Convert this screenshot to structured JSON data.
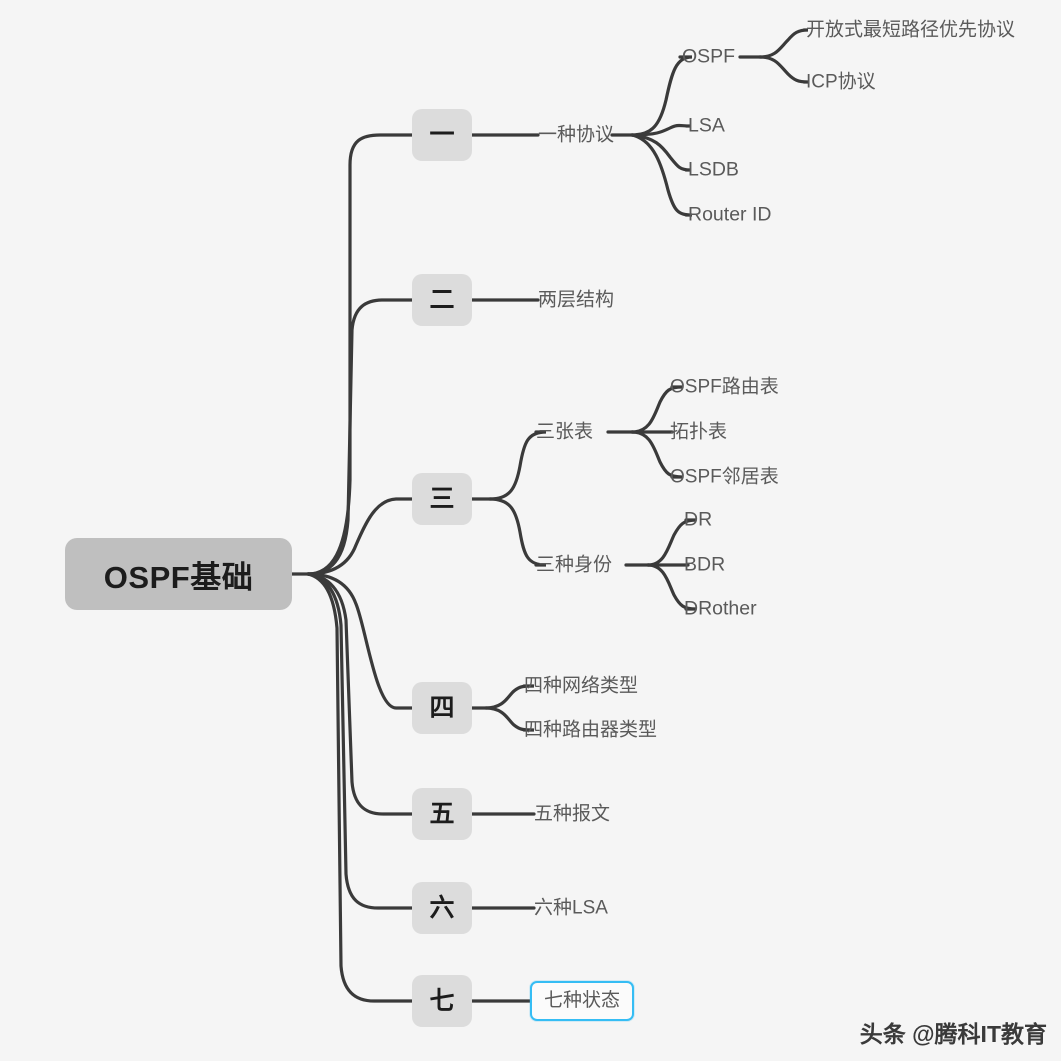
{
  "canvas": {
    "background_color": "#f5f5f5",
    "edge_color": "#3a3a3a"
  },
  "root": {
    "label": "OSPF基础",
    "fill_color": "#bfbfbf",
    "text_color": "#1c1c1c"
  },
  "branches": [
    {
      "numeral": "一",
      "children": [
        {
          "label": "一种协议",
          "children": [
            {
              "label": "OSPF",
              "children": [
                {
                  "label": "开放式最短路径优先协议"
                },
                {
                  "label": "ICP协议"
                }
              ]
            },
            {
              "label": "LSA"
            },
            {
              "label": "LSDB"
            },
            {
              "label": "Router ID"
            }
          ]
        }
      ]
    },
    {
      "numeral": "二",
      "children": [
        {
          "label": "两层结构"
        }
      ]
    },
    {
      "numeral": "三",
      "children": [
        {
          "label": "三张表",
          "children": [
            {
              "label": "OSPF路由表"
            },
            {
              "label": "拓扑表"
            },
            {
              "label": "OSPF邻居表"
            }
          ]
        },
        {
          "label": "三种身份",
          "children": [
            {
              "label": "DR"
            },
            {
              "label": "BDR"
            },
            {
              "label": "DRother"
            }
          ]
        }
      ]
    },
    {
      "numeral": "四",
      "children": [
        {
          "label": "四种网络类型"
        },
        {
          "label": "四种路由器类型"
        }
      ]
    },
    {
      "numeral": "五",
      "children": [
        {
          "label": "五种报文"
        }
      ]
    },
    {
      "numeral": "六",
      "children": [
        {
          "label": "六种LSA"
        }
      ]
    },
    {
      "numeral": "七",
      "children": [
        {
          "label": "七种状态",
          "highlighted": true,
          "border_color": "#35bdf4"
        }
      ]
    }
  ],
  "watermark": {
    "text": "头条 @腾科IT教育"
  }
}
